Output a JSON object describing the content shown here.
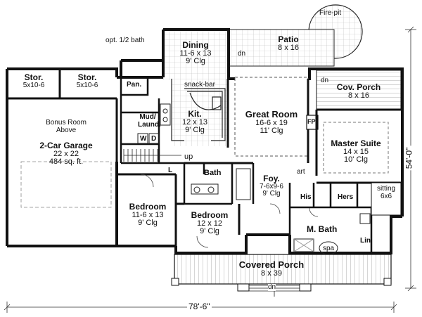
{
  "rooms": {
    "dining": {
      "name": "Dining",
      "dim": "11-6 x 13",
      "clg": "9' Clg"
    },
    "patio": {
      "name": "Patio",
      "dim": "8 x 16"
    },
    "fire_pit": {
      "name": "Fire-pit"
    },
    "storage1": {
      "name": "Stor.",
      "dim": "5x10-6"
    },
    "storage2": {
      "name": "Stor.",
      "dim": "5x10-6"
    },
    "pantry": {
      "name": "Pan."
    },
    "kitchen": {
      "name": "Kit.",
      "dim": "12 x 13",
      "clg": "9' Clg"
    },
    "mud_laundry": {
      "name": "Mud/",
      "name2": "Laund."
    },
    "great_room": {
      "name": "Great Room",
      "dim": "16-6 x 19",
      "clg": "11' Clg"
    },
    "cov_porch": {
      "name": "Cov. Porch",
      "dim": "8 x 16"
    },
    "master_suite": {
      "name": "Master Suite",
      "dim": "14 x 15",
      "clg": "10' Clg"
    },
    "garage": {
      "name": "2-Car Garage",
      "dim": "22 x 22",
      "area": "484 sq. ft.",
      "bonus1": "Bonus Room",
      "bonus2": "Above"
    },
    "bath": {
      "name": "Bath"
    },
    "foyer": {
      "name": "Foy.",
      "dim": "7-6x9-6",
      "clg": "9' Clg"
    },
    "bedroom1": {
      "name": "Bedroom",
      "dim": "11-6 x 13",
      "clg": "9' Clg"
    },
    "bedroom2": {
      "name": "Bedroom",
      "dim": "12 x 12",
      "clg": "9' Clg"
    },
    "his": {
      "name": "His"
    },
    "hers": {
      "name": "Hers"
    },
    "sitting": {
      "name": "sitting",
      "dim": "6x6"
    },
    "m_bath": {
      "name": "M. Bath"
    },
    "spa": {
      "name": "spa"
    },
    "lin": {
      "name": "Lin"
    },
    "covered_porch": {
      "name": "Covered Porch",
      "dim": "8 x 39"
    }
  },
  "notes": {
    "opt_bath": "opt. 1/2 bath",
    "snack_bar": "snack-bar",
    "fp": "FP",
    "art": "art",
    "up": "up",
    "l": "L",
    "w": "W",
    "d": "D",
    "dn_patio": "dn",
    "dn_cov": "dn",
    "dn_front": "dn"
  },
  "dimensions": {
    "width": "78'-6\"",
    "depth": "54'-0\""
  }
}
